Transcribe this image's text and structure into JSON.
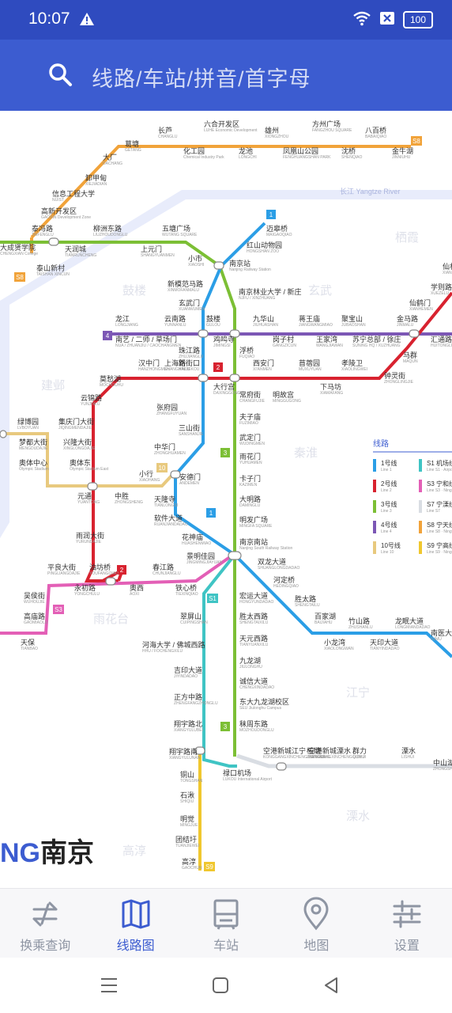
{
  "status": {
    "time": "10:07",
    "battery": "100"
  },
  "search": {
    "placeholder": "线路/车站/拼音/首字母"
  },
  "brand": {
    "ng": "NG",
    "city": "南京"
  },
  "river": {
    "label": "长江 Yangtze River"
  },
  "districts": [
    {
      "name": "鼓楼",
      "en": "GULOU"
    },
    {
      "name": "玄武",
      "en": "XUANWU"
    },
    {
      "name": "栖霞",
      "en": "QIXIA"
    },
    {
      "name": "建邺",
      "en": "JIANYE"
    },
    {
      "name": "秦淮",
      "en": "QINHUAI"
    },
    {
      "name": "雨花台",
      "en": "YUHUATAI"
    },
    {
      "name": "江宁",
      "en": "JIANGNING"
    },
    {
      "name": "溧水",
      "en": "LISHUI"
    },
    {
      "name": "高淳",
      "en": "GAOCHUN"
    }
  ],
  "lines": {
    "l1": {
      "badge": "1",
      "color": "#2b9ee6"
    },
    "l2": {
      "badge": "2",
      "color": "#d8222f"
    },
    "l3": {
      "badge": "3",
      "color": "#7cbf35"
    },
    "l4": {
      "badge": "4",
      "color": "#7c57b5"
    },
    "l10": {
      "badge": "10",
      "color": "#e8c97e"
    },
    "s1": {
      "badge": "S1",
      "color": "#3fc4c4"
    },
    "s3": {
      "badge": "S3",
      "color": "#e35fb6"
    },
    "s8": {
      "badge": "S8",
      "color": "#f1a33a"
    },
    "s9": {
      "badge": "S9",
      "color": "#f0c72e"
    }
  },
  "legend": {
    "title": "线路",
    "items": [
      {
        "label": "1号线",
        "sub": "Line 1",
        "color": "#2b9ee6"
      },
      {
        "label": "S1 机场线",
        "sub": "Line S1 · Airport",
        "color": "#3fc4c4"
      },
      {
        "label": "2号线",
        "sub": "Line 2",
        "color": "#d8222f"
      },
      {
        "label": "S3 宁和线",
        "sub": "Line S3 · Ninghe",
        "color": "#e35fb6"
      },
      {
        "label": "3号线",
        "sub": "Line 3",
        "color": "#7cbf35"
      },
      {
        "label": "S7 宁溧线",
        "sub": "Line S7",
        "color": "#d9dde3"
      },
      {
        "label": "4号线",
        "sub": "Line 4",
        "color": "#7c57b5"
      },
      {
        "label": "S8 宁天线",
        "sub": "Line S8 · Ningtian",
        "color": "#f1a33a"
      },
      {
        "label": "10号线",
        "sub": "Line 10",
        "color": "#e8c97e"
      },
      {
        "label": "S9 宁高线",
        "sub": "Line S9 · Ninggao",
        "color": "#f0c72e"
      }
    ]
  },
  "stations": [
    {
      "name": "长芦",
      "en": "CHANGLU"
    },
    {
      "name": "六合开发区",
      "en": "LUHE Economic Development"
    },
    {
      "name": "雄州",
      "en": "XIONGZHOU"
    },
    {
      "name": "方州广场",
      "en": "FANGZHOU SQUARE"
    },
    {
      "name": "八百桥",
      "en": "BABAIQIAO"
    },
    {
      "name": "葛塘",
      "en": "GETANG"
    },
    {
      "name": "化工园",
      "en": "Chemical Industry Park"
    },
    {
      "name": "龙池",
      "en": "LONGCHI"
    },
    {
      "name": "凤凰山公园",
      "en": "FENGHUANGSHAN PARK"
    },
    {
      "name": "沈桥",
      "en": "SHENQIAO"
    },
    {
      "name": "金牛湖",
      "en": "JINNIUHU"
    },
    {
      "name": "大厂",
      "en": "DACHANG"
    },
    {
      "name": "卸甲甸",
      "en": "XIEJIADIAN"
    },
    {
      "name": "信息工程大学",
      "en": "NUIST"
    },
    {
      "name": "高新开发区",
      "en": "GAOXIN Development Zone"
    },
    {
      "name": "泰冯路",
      "en": "TAIFENGLU"
    },
    {
      "name": "泰山新村",
      "en": "TAISHAN XINCUN"
    },
    {
      "name": "大成贤学院",
      "en": "CHENGXIAN College"
    },
    {
      "name": "天润城",
      "en": "TIANRUNCHENG"
    },
    {
      "name": "柳洲东路",
      "en": "LIUZHOUDONGLU"
    },
    {
      "name": "上元门",
      "en": "SHANGYUANMEN"
    },
    {
      "name": "五塘广场",
      "en": "WUTANG SQUARE"
    },
    {
      "name": "迈皋桥",
      "en": "MAIGAOQIAO"
    },
    {
      "name": "红山动物园",
      "en": "HONGSHAN ZOO"
    },
    {
      "name": "南京站",
      "en": "Nanjing Railway Station"
    },
    {
      "name": "小市",
      "en": "XIAOSHI"
    },
    {
      "name": "新模范马路",
      "en": "XINMOFANMALU"
    },
    {
      "name": "南京林业大学 / 新庄",
      "en": "NJFU / XINZHUANG"
    },
    {
      "name": "玄武门",
      "en": "XUANWUMEN"
    },
    {
      "name": "仙鹤门",
      "en": "XIANHEMEN"
    },
    {
      "name": "学则路",
      "en": "XUEZELU"
    },
    {
      "name": "仙林",
      "en": "XIANLIN"
    },
    {
      "name": "龙江",
      "en": "LONGJIANG"
    },
    {
      "name": "云南路",
      "en": "YUNNANLU"
    },
    {
      "name": "鼓楼",
      "en": "GULOU"
    },
    {
      "name": "鸡鸣寺",
      "en": "JIMINGSI"
    },
    {
      "name": "九华山",
      "en": "JIUHUASHAN"
    },
    {
      "name": "岗子村",
      "en": "GANGZICUN"
    },
    {
      "name": "蒋王庙",
      "en": "JIANGWANGMIAO"
    },
    {
      "name": "王家湾",
      "en": "WANGJIAWAN"
    },
    {
      "name": "聚宝山",
      "en": "JUBAOSHAN"
    },
    {
      "name": "苏宁总部 / 徐庄",
      "en": "SUNING HQ / XUZHUANG"
    },
    {
      "name": "金马路",
      "en": "JINMALU"
    },
    {
      "name": "汇通路",
      "en": "HUITONGLU"
    },
    {
      "name": "南艺 / 二师 / 草场门",
      "en": "NUA / ZHUANJIU / CAOCHANGMEN"
    },
    {
      "name": "珠江路",
      "en": "ZHUJIANGLU"
    },
    {
      "name": "浮桥",
      "en": "FUQIAO"
    },
    {
      "name": "马群",
      "en": "MAQUN"
    },
    {
      "name": "钟灵街",
      "en": "ZHONGLINGJIE"
    },
    {
      "name": "上海路",
      "en": "SHANGHAILU"
    },
    {
      "name": "莫愁湖",
      "en": "MOCHOUHU"
    },
    {
      "name": "汉中门",
      "en": "HANZHONGMEN"
    },
    {
      "name": "新街口",
      "en": "XINJIEKOU"
    },
    {
      "name": "大行宫",
      "en": "DAXINGGONG"
    },
    {
      "name": "西安门",
      "en": "XI'ANMEN"
    },
    {
      "name": "明故宫",
      "en": "MINGGUGONG"
    },
    {
      "name": "苜蓿园",
      "en": "MUXUYUAN"
    },
    {
      "name": "下马坊",
      "en": "XIAMAFANG"
    },
    {
      "name": "孝陵卫",
      "en": "XIAOLINGWEI"
    },
    {
      "name": "常府街",
      "en": "CHANGFUJIE"
    },
    {
      "name": "云锦路",
      "en": "YUNJINLU"
    },
    {
      "name": "张府园",
      "en": "ZHANGFUYUAN"
    },
    {
      "name": "夫子庙",
      "en": "FUZIMIAO"
    },
    {
      "name": "绿博园",
      "en": "LVBOYUAN"
    },
    {
      "name": "集庆门大街",
      "en": "JIQINGMENDAJIE"
    },
    {
      "name": "三山街",
      "en": "SANSHANJIE"
    },
    {
      "name": "武定门",
      "en": "WUDINGMEN"
    },
    {
      "name": "梦都大街",
      "en": "MENGDUDAJIE"
    },
    {
      "name": "兴隆大街",
      "en": "XINGLONGDAJIE"
    },
    {
      "name": "中华门",
      "en": "ZHONGHUAMEN"
    },
    {
      "name": "雨花门",
      "en": "YUHUAMEN"
    },
    {
      "name": "奥体中心",
      "en": "Olympic Stadium"
    },
    {
      "name": "奥体东",
      "en": "Olympic Stadium East"
    },
    {
      "name": "小行",
      "en": "XIAOHANG"
    },
    {
      "name": "安德门",
      "en": "ANDEMEN"
    },
    {
      "name": "卡子门",
      "en": "KAZIMEN"
    },
    {
      "name": "元通",
      "en": "YUANTONG"
    },
    {
      "name": "中胜",
      "en": "ZHONGSHENG"
    },
    {
      "name": "天隆寺",
      "en": "TIANLONGSI"
    },
    {
      "name": "大明路",
      "en": "DAMINGLU"
    },
    {
      "name": "软件大道",
      "en": "RUANJIANDADAO"
    },
    {
      "name": "明发广场",
      "en": "MINGFA SQUARE"
    },
    {
      "name": "雨润大街",
      "en": "YURUNDAJIE"
    },
    {
      "name": "花神庙",
      "en": "HUASHENMIAO"
    },
    {
      "name": "南京南站",
      "en": "Nanjing South Railway Station"
    },
    {
      "name": "景明佳园",
      "en": "JINGMINGJIAYUAN"
    },
    {
      "name": "双龙大道",
      "en": "SHUANGLONGDADAO"
    },
    {
      "name": "平良大街",
      "en": "PINGLIANGDAJIE"
    },
    {
      "name": "油坊桥",
      "en": "YOUFANGQIAO"
    },
    {
      "name": "春江路",
      "en": "CHUNJIANGLU"
    },
    {
      "name": "河定桥",
      "en": "HEDINGQIAO"
    },
    {
      "name": "吴侯街",
      "en": "WUHOUJIE"
    },
    {
      "name": "永初路",
      "en": "YONGCHULU"
    },
    {
      "name": "奥西",
      "en": "AOXI"
    },
    {
      "name": "铁心桥",
      "en": "TIEXINQIAO"
    },
    {
      "name": "胜太路",
      "en": "SHENGTAILU"
    },
    {
      "name": "宏运大道",
      "en": "HONGYUNDADAO"
    },
    {
      "name": "百家湖",
      "en": "BAIJIAHU"
    },
    {
      "name": "高庙路",
      "en": "GAOMIAOLU"
    },
    {
      "name": "翠屏山",
      "en": "CUIPINGSHAN"
    },
    {
      "name": "胜太西路",
      "en": "SHENGTAIXILU"
    },
    {
      "name": "竹山路",
      "en": "ZHUSHANLU"
    },
    {
      "name": "龙眠大道",
      "en": "LONGMIANDADAO"
    },
    {
      "name": "南医大",
      "en": "NJMU"
    },
    {
      "name": "天保",
      "en": "TIANBAO"
    },
    {
      "name": "河海大学 / 佛城西路",
      "en": "HHU / FOCHENGXILU"
    },
    {
      "name": "天元西路",
      "en": "TIANYUANXILU"
    },
    {
      "name": "小龙湾",
      "en": "XIAOLONGWAN"
    },
    {
      "name": "天印大道",
      "en": "TIANYINDADAO"
    },
    {
      "name": "九龙湖",
      "en": "JIULONGHU"
    },
    {
      "name": "吉印大道",
      "en": "JIYINDADAO"
    },
    {
      "name": "诚信大道",
      "en": "CHENGXINDADAO"
    },
    {
      "name": "正方中路",
      "en": "ZHENGFANGZHONGLU"
    },
    {
      "name": "东大九龙湖校区",
      "en": "SEU Jiulonghu Campus"
    },
    {
      "name": "翔宇路北",
      "en": "XIANGYULUBEI"
    },
    {
      "name": "秣周东路",
      "en": "MOZHOUDONGLU"
    },
    {
      "name": "翔宇路南",
      "en": "XIANGYULUNAN"
    },
    {
      "name": "禄口机场",
      "en": "LUKOU International Airport"
    },
    {
      "name": "空港新城江宁",
      "en": "KONGGANGXINCHENG JIANGNING"
    },
    {
      "name": "空港新城溧水",
      "en": "KONGGANGXINCHENG LISHUI"
    },
    {
      "name": "铜山",
      "en": "TONGSHAN"
    },
    {
      "name": "石湫",
      "en": "SHIQIU"
    },
    {
      "name": "明觉",
      "en": "MINGJUE"
    },
    {
      "name": "团结圩",
      "en": "TUANJIEWEI"
    },
    {
      "name": "高淳",
      "en": "GAOCHUN"
    },
    {
      "name": "柘塘",
      "en": "ZHETANG"
    },
    {
      "name": "群力",
      "en": "QUNLI"
    },
    {
      "name": "溧水",
      "en": "LISHUI"
    },
    {
      "name": "中山湖",
      "en": "ZHONGSHANHU"
    }
  ],
  "nav": [
    {
      "label": "换乘查询"
    },
    {
      "label": "线路图"
    },
    {
      "label": "车站"
    },
    {
      "label": "地图"
    },
    {
      "label": "设置"
    }
  ]
}
